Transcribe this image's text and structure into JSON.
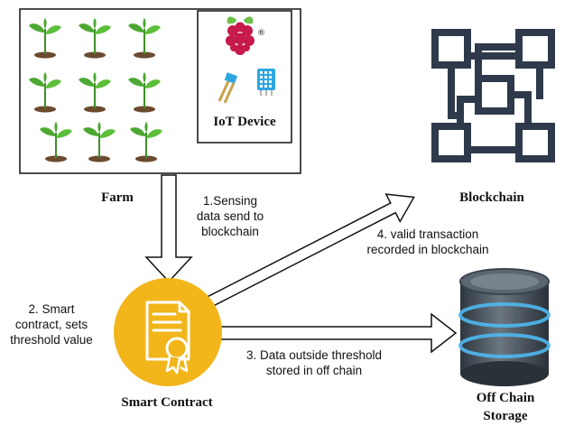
{
  "farm": {
    "label": "Farm"
  },
  "iot": {
    "label": "IoT Device",
    "registered_mark": "®"
  },
  "blockchain": {
    "label": "Blockchain"
  },
  "smart_contract": {
    "label": "Smart Contract"
  },
  "off_chain": {
    "label_line1": "Off Chain",
    "label_line2": "Storage"
  },
  "steps": {
    "step1": [
      "1.Sensing",
      "data send to",
      "blockchain"
    ],
    "step2": [
      "2. Smart",
      "contract, sets",
      "threshold value"
    ],
    "step3": [
      "3. Data outside threshold",
      "stored in off chain"
    ],
    "step4": [
      "4. valid transaction",
      "recorded in blockchain"
    ]
  },
  "colors": {
    "contract_gold": "#F2B61B",
    "blockchain_dark": "#2E3A4B",
    "plant_green": "#4CA832",
    "soil_brown": "#6B4A2E",
    "raspberry_red": "#C51A4A",
    "sensor_blue": "#2FA6E0",
    "storage_gray": "#4A5560",
    "storage_glow": "#4FB8F0"
  },
  "icons": [
    "plant-icon",
    "raspberry-pi-icon",
    "soil-moisture-sensor-icon",
    "temperature-sensor-icon",
    "blockchain-icon",
    "certificate-icon",
    "database-icon"
  ]
}
